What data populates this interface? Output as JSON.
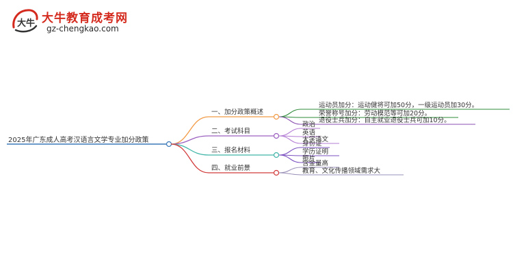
{
  "brand": {
    "name": "大牛教育成考网",
    "url": "gz-chengkao.com",
    "mark_text": "大牛",
    "color": "#d42a1e"
  },
  "mindmap": {
    "root": "2025年广东成人高考汉语言文学专业加分政策",
    "branches": [
      {
        "label": "一、加分政策概述",
        "color": "#f29a45",
        "children": [
          "运动员加分：运动健将可加50分，一级运动员加30分。",
          "荣誉称号加分：劳动模范等可加20分。",
          "退役士兵加分：自主就业退役士兵可加10分。"
        ],
        "child_colors": [
          "#2e8b3a",
          "#2e8b3a",
          "#8a4fb0"
        ]
      },
      {
        "label": "二、考试科目",
        "color": "#9b5fc0",
        "children": [
          "政治",
          "英语",
          "大学语文"
        ],
        "child_colors": [
          "#b57ed6",
          "#b57ed6",
          "#b57ed6"
        ]
      },
      {
        "label": "三、报名材料",
        "color": "#3fb5a8",
        "children": [
          "身份证",
          "学历证明",
          "照片"
        ],
        "child_colors": [
          "#7a4fc0",
          "#7a4fc0",
          "#7a4fc0"
        ]
      },
      {
        "label": "四、就业前景",
        "color": "#d23a3a",
        "children": [
          "含金量高",
          "教育、文化传播领域需求大"
        ],
        "child_colors": [
          "#9a8fb8",
          "#9a8fb8"
        ]
      }
    ]
  }
}
